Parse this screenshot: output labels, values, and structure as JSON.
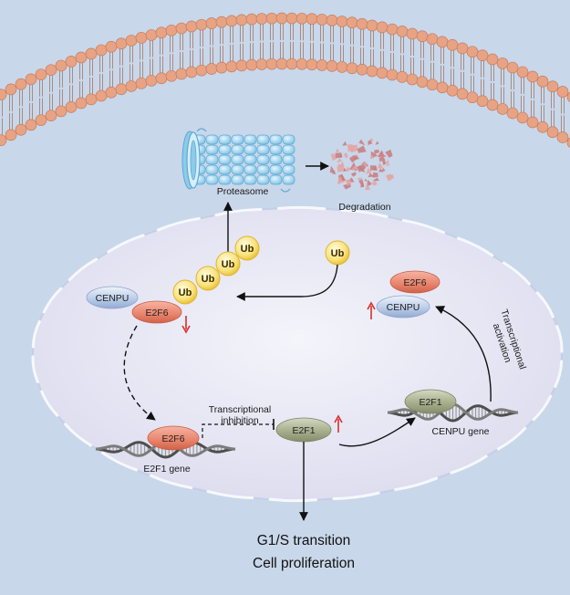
{
  "labels": {
    "proteasome": "Proteasome",
    "degradation": "Degradation",
    "cenpu_left": "CENPU",
    "e2f6_left": "E2F6",
    "ub_1": "Ub",
    "ub_2": "Ub",
    "ub_3": "Ub",
    "ub_4": "Ub",
    "ub_free": "Ub",
    "e2f6_right": "E2F6",
    "cenpu_right": "CENPU",
    "transcriptional_activation_line1": "Transcriptional",
    "transcriptional_activation_line2": "activation",
    "transcriptional_inhibition_line1": "Transcriptional",
    "transcriptional_inhibition_line2": "inhibition",
    "e2f6_gene_protein": "E2F6",
    "e2f1_gene_label": "E2F1 gene",
    "e2f1_center": "E2F1",
    "e2f1_bound": "E2F1",
    "cenpu_gene_label": "CENPU gene",
    "outcome_line1": "G1/S transition",
    "outcome_line2": "Cell proliferation"
  },
  "colors": {
    "background": "#c9d7ea",
    "membrane_head": "#e7a384",
    "membrane_head_stroke": "#c47c5d",
    "nucleus_fill": "#e6e6f3",
    "nucleus_stroke": "#b9c6e0",
    "e2f6": "#e8836c",
    "cenpu": "#b7c9e6",
    "e2f1": "#a3ab88",
    "ub": "#f7dd6b",
    "proteasome": "#a9d8ef",
    "fragment": "#d68f8f",
    "up_arrow": "#d9302a",
    "dna": "#6b6b6b"
  }
}
